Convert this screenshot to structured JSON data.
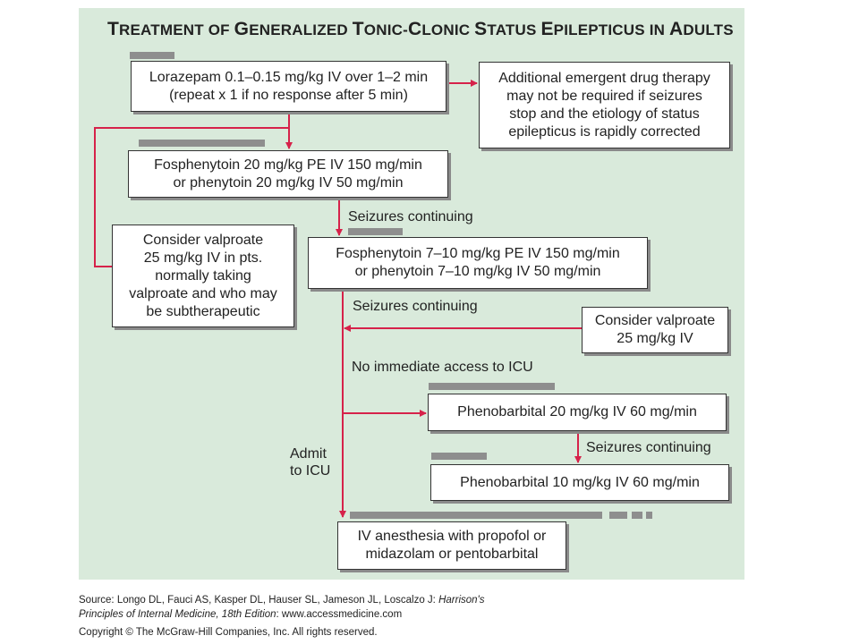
{
  "title": {
    "parts": [
      {
        "t": "T",
        "big": true
      },
      {
        "t": "REATMENT OF ",
        "big": false
      },
      {
        "t": "G",
        "big": true
      },
      {
        "t": "ENERALIZED ",
        "big": false
      },
      {
        "t": "T",
        "big": true
      },
      {
        "t": "ONIC-",
        "big": false
      },
      {
        "t": "C",
        "big": true
      },
      {
        "t": "LONIC ",
        "big": false
      },
      {
        "t": "S",
        "big": true
      },
      {
        "t": "TATUS ",
        "big": false
      },
      {
        "t": "E",
        "big": true
      },
      {
        "t": "PILEPTICUS IN ",
        "big": false
      },
      {
        "t": "A",
        "big": true
      },
      {
        "t": "DULTS",
        "big": false
      }
    ]
  },
  "boxes": {
    "lorazepam": [
      "Lorazepam 0.1–0.15 mg/kg IV over 1–2 min",
      "(repeat x 1 if no response after 5 min)"
    ],
    "additional": [
      "Additional emergent drug therapy",
      "may not be required if seizures",
      "stop and the etiology of status",
      "epilepticus is rapidly corrected"
    ],
    "fosphenytoin1": [
      "Fosphenytoin 20 mg/kg PE IV 150 mg/min",
      "or phenytoin 20 mg/kg IV 50 mg/min"
    ],
    "valproate1": [
      "Consider valproate",
      "25 mg/kg IV in pts.",
      "normally taking",
      "valproate and who may",
      "be subtherapeutic"
    ],
    "fosphenytoin2": [
      "Fosphenytoin 7–10 mg/kg PE IV 150 mg/min",
      "or phenytoin 7–10 mg/kg IV 50 mg/min"
    ],
    "valproate2": [
      "Consider valproate",
      "25 mg/kg IV"
    ],
    "phenobarbital1": [
      "Phenobarbital 20 mg/kg IV 60 mg/min"
    ],
    "phenobarbital2": [
      "Phenobarbital 10 mg/kg IV 60 mg/min"
    ],
    "anesthesia": [
      "IV anesthesia with propofol or",
      "midazolam or pentobarbital"
    ]
  },
  "labels": {
    "seizures1": "Seizures continuing",
    "seizures2": "Seizures continuing",
    "seizures3": "Seizures continuing",
    "no_icu": "No immediate access to ICU",
    "admit": [
      "Admit",
      "to ICU"
    ]
  },
  "colors": {
    "panel": "#d9eadb",
    "arrow": "#d6224a",
    "bar": "#8e8e8e"
  },
  "footer": {
    "source_prefix": "Source: Longo DL, Fauci AS, Kasper DL, Hauser SL, Jameson JL, Loscalzo J: ",
    "book_title_1": "Harrison's",
    "book_title_2": "Principles of Internal Medicine, 18th Edition",
    "source_suffix": ": www.accessmedicine.com",
    "copyright": "Copyright © The McGraw-Hill Companies, Inc. All rights reserved."
  }
}
